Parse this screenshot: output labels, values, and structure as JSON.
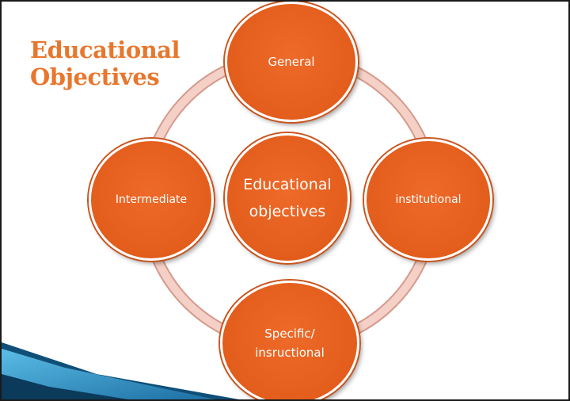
{
  "title": {
    "line1": "Educational",
    "line2": "Objectives"
  },
  "nodes": {
    "general": "General",
    "intermediate": "Intermediate",
    "center_line1": "Educational",
    "center_line2": "objectives",
    "institutional": "institutional",
    "specific_line1": "Specific/",
    "specific_line2": "insructional"
  },
  "colors": {
    "title": "#e8772e",
    "node_fill": "#e35d1c",
    "ring": "#f2c6bb",
    "accent_blue": "#2a93c8"
  }
}
